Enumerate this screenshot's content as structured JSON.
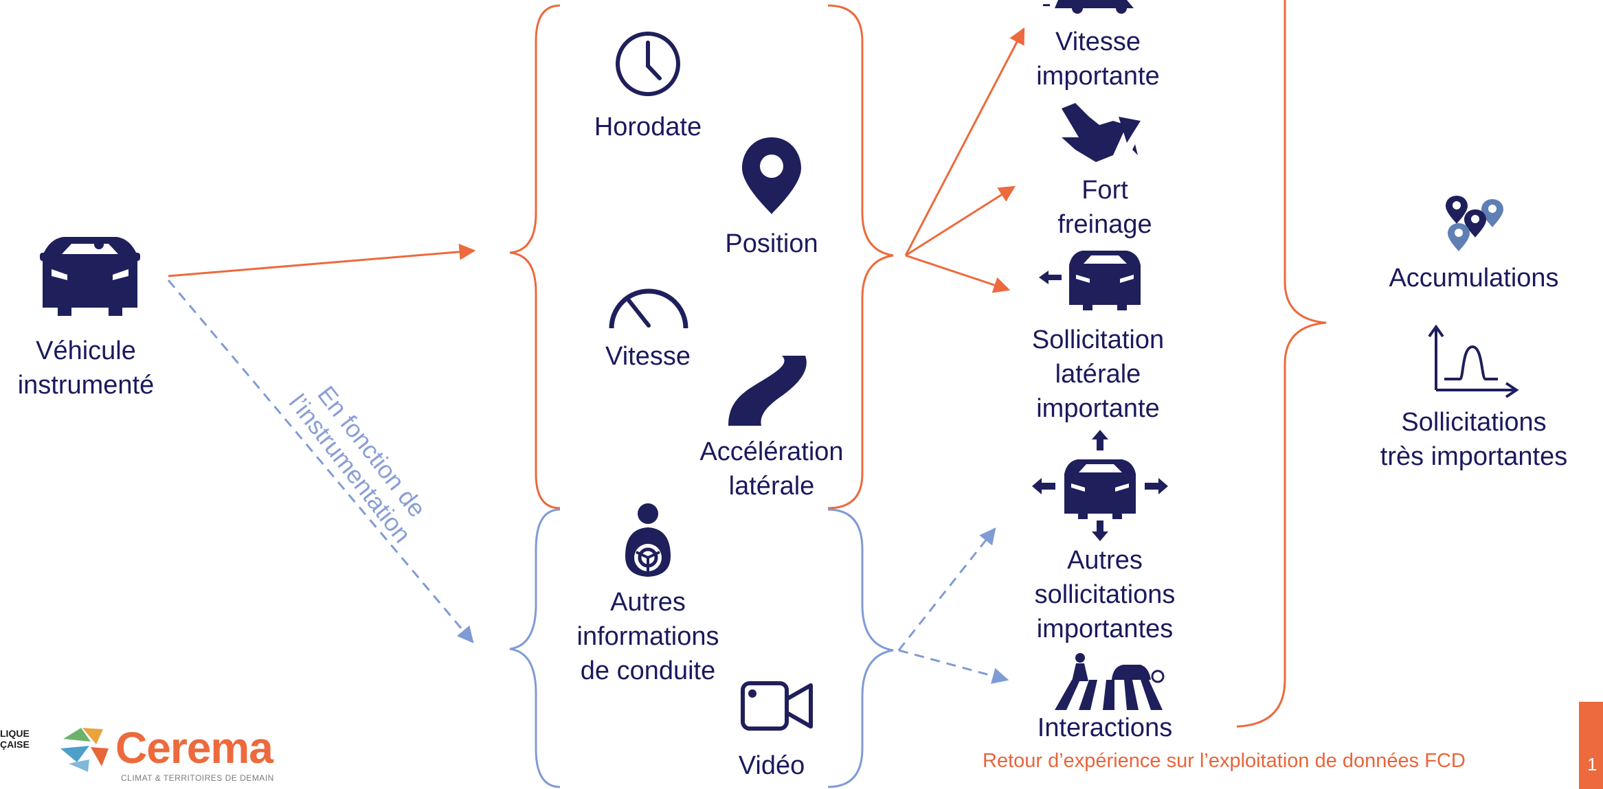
{
  "nodes": {
    "vehicle": "Véhicule\ninstrumenté",
    "timestamp": "Horodate",
    "position": "Position",
    "speed": "Vitesse",
    "lateral_acceleration": "Accélération\nlatérale",
    "other_driving_info": "Autres\ninformations\nde conduite",
    "video": "Vidéo",
    "high_speed": "Vitesse\nimportante",
    "hard_braking": "Fort\nfreinage",
    "lateral_stress": "Sollicitation\nlatérale\nimportante",
    "other_stress": "Autres\nsollicitations\nimportantes",
    "interactions": "Interactions",
    "accumulations": "Accumulations",
    "very_high_stress": "Sollicitations\ntrès importantes"
  },
  "edge_label": "En fonction de\nl’instrumentation",
  "footer": {
    "title": "Retour d’expérience sur l’exploitation de données FCD",
    "page": "1"
  },
  "logo": {
    "name": "Cerema",
    "tagline": "CLIMAT & TERRITOIRES DE DEMAIN",
    "partial_text": "LIQUE\nÇAISE"
  },
  "colors": {
    "navy": "#1f1f5c",
    "orange": "#ec6a3d",
    "blue_dashed": "#7f9bd6"
  },
  "icons": [
    "car-front-icon",
    "clock-icon",
    "map-pin-icon",
    "speedometer-icon",
    "road-icon",
    "driver-wheel-icon",
    "video-camera-icon",
    "speed-car-icon",
    "brake-pedal-icon",
    "car-lateral-icon",
    "car-arrows-icon",
    "pedestrian-crossing-icon",
    "map-pins-icon",
    "curve-graph-icon"
  ]
}
